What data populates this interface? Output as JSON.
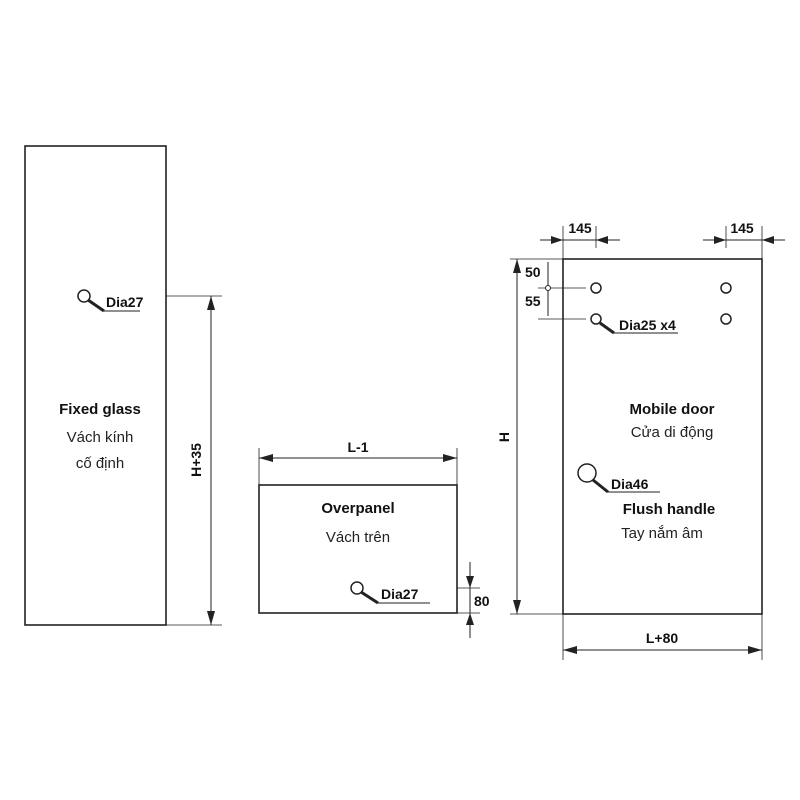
{
  "fixed_glass": {
    "title": "Fixed glass",
    "subtitle_line1": "Vách kính",
    "subtitle_line2": "cố định",
    "hole_label": "Dia27",
    "height_dim": "H+35"
  },
  "overpanel": {
    "title": "Overpanel",
    "subtitle": "Vách trên",
    "width_dim": "L-1",
    "hole_label": "Dia27",
    "hole_offset_dim": "80"
  },
  "mobile_door": {
    "title": "Mobile door",
    "subtitle": "Cửa di động",
    "hole_label": "Dia25 x4",
    "handle_label": "Dia46",
    "handle_title": "Flush handle",
    "handle_subtitle": "Tay nắm âm",
    "height_dim": "H",
    "width_dim": "L+80",
    "left_offset_dim": "145",
    "right_offset_dim": "145",
    "top_offset_dim": "50",
    "hole_spacing_dim": "55"
  }
}
